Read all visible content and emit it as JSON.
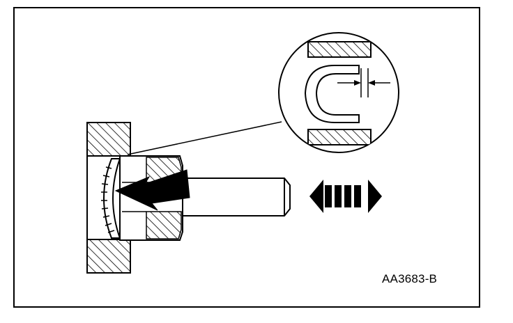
{
  "figure": {
    "label": "AA3683-B",
    "colors": {
      "ink": "#000000",
      "paper": "#ffffff"
    },
    "parts": [
      "housing",
      "bore",
      "seal",
      "seal-installer-tool",
      "push-arrow",
      "motion-double-arrow",
      "detail-magnifier",
      "clearance-arrows"
    ]
  }
}
